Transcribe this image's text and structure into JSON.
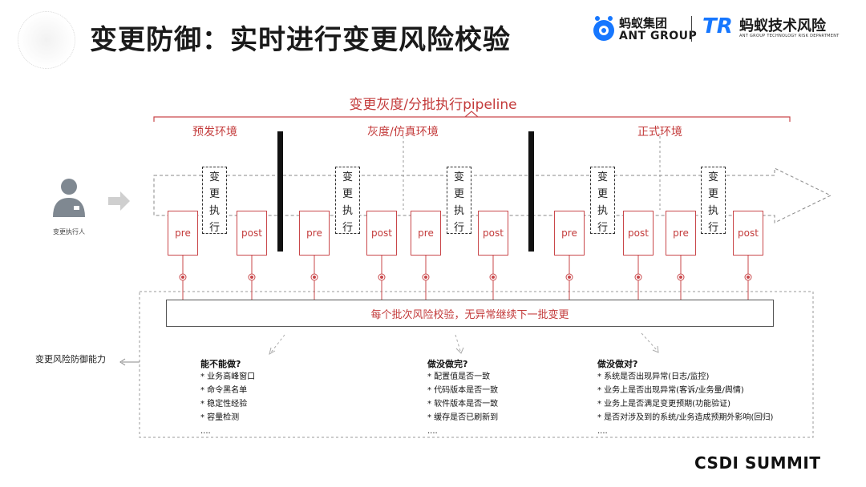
{
  "header": {
    "title": "变更防御：实时进行变更风险校验",
    "ant_group_cn": "蚂蚁集团",
    "ant_group_en": "ANT GROUP",
    "tr_logo": "TR",
    "risk_dept_cn": "蚂蚁技术风险",
    "risk_dept_en": "ANT GROUP TECHNOLOGY RISK DEPARTMENT"
  },
  "diagram": {
    "pipeline_title": "变更灰度/分批执行pipeline",
    "envs": [
      "预发环境",
      "灰度/仿真环境",
      "正式环境"
    ],
    "user_label": "变更执行人",
    "pre_label": "pre",
    "post_label": "post",
    "exec_lines": [
      "变",
      "更",
      "执",
      "行"
    ],
    "batch_check": "每个批次风险校验，无异常继续下一批变更",
    "side_label": "变更风险防御能力"
  },
  "checks": [
    {
      "title": "能不能做?",
      "items": [
        "* 业务高峰窗口",
        "* 命令黑名单",
        "* 稳定性经验",
        "* 容量检测",
        "...."
      ]
    },
    {
      "title": "做没做完?",
      "items": [
        "* 配置值是否一致",
        "* 代码版本是否一致",
        "* 软件版本是否一致",
        "* 缓存是否已刷新到",
        "...."
      ]
    },
    {
      "title": "做没做对?",
      "items": [
        "* 系统是否出现异常(日志/监控)",
        "* 业务上是否出现异常(客诉/业务量/舆情)",
        "* 业务上是否满足变更预期(功能验证)",
        "* 是否对涉及到的系统/业务造成预期外影响(回归)",
        "...."
      ]
    }
  ],
  "footer": {
    "brand": "CSDI SUMMIT"
  },
  "colors": {
    "accent_red": "#c33a3a",
    "box_red": "#c9474a",
    "ant_blue": "#1677ff"
  }
}
